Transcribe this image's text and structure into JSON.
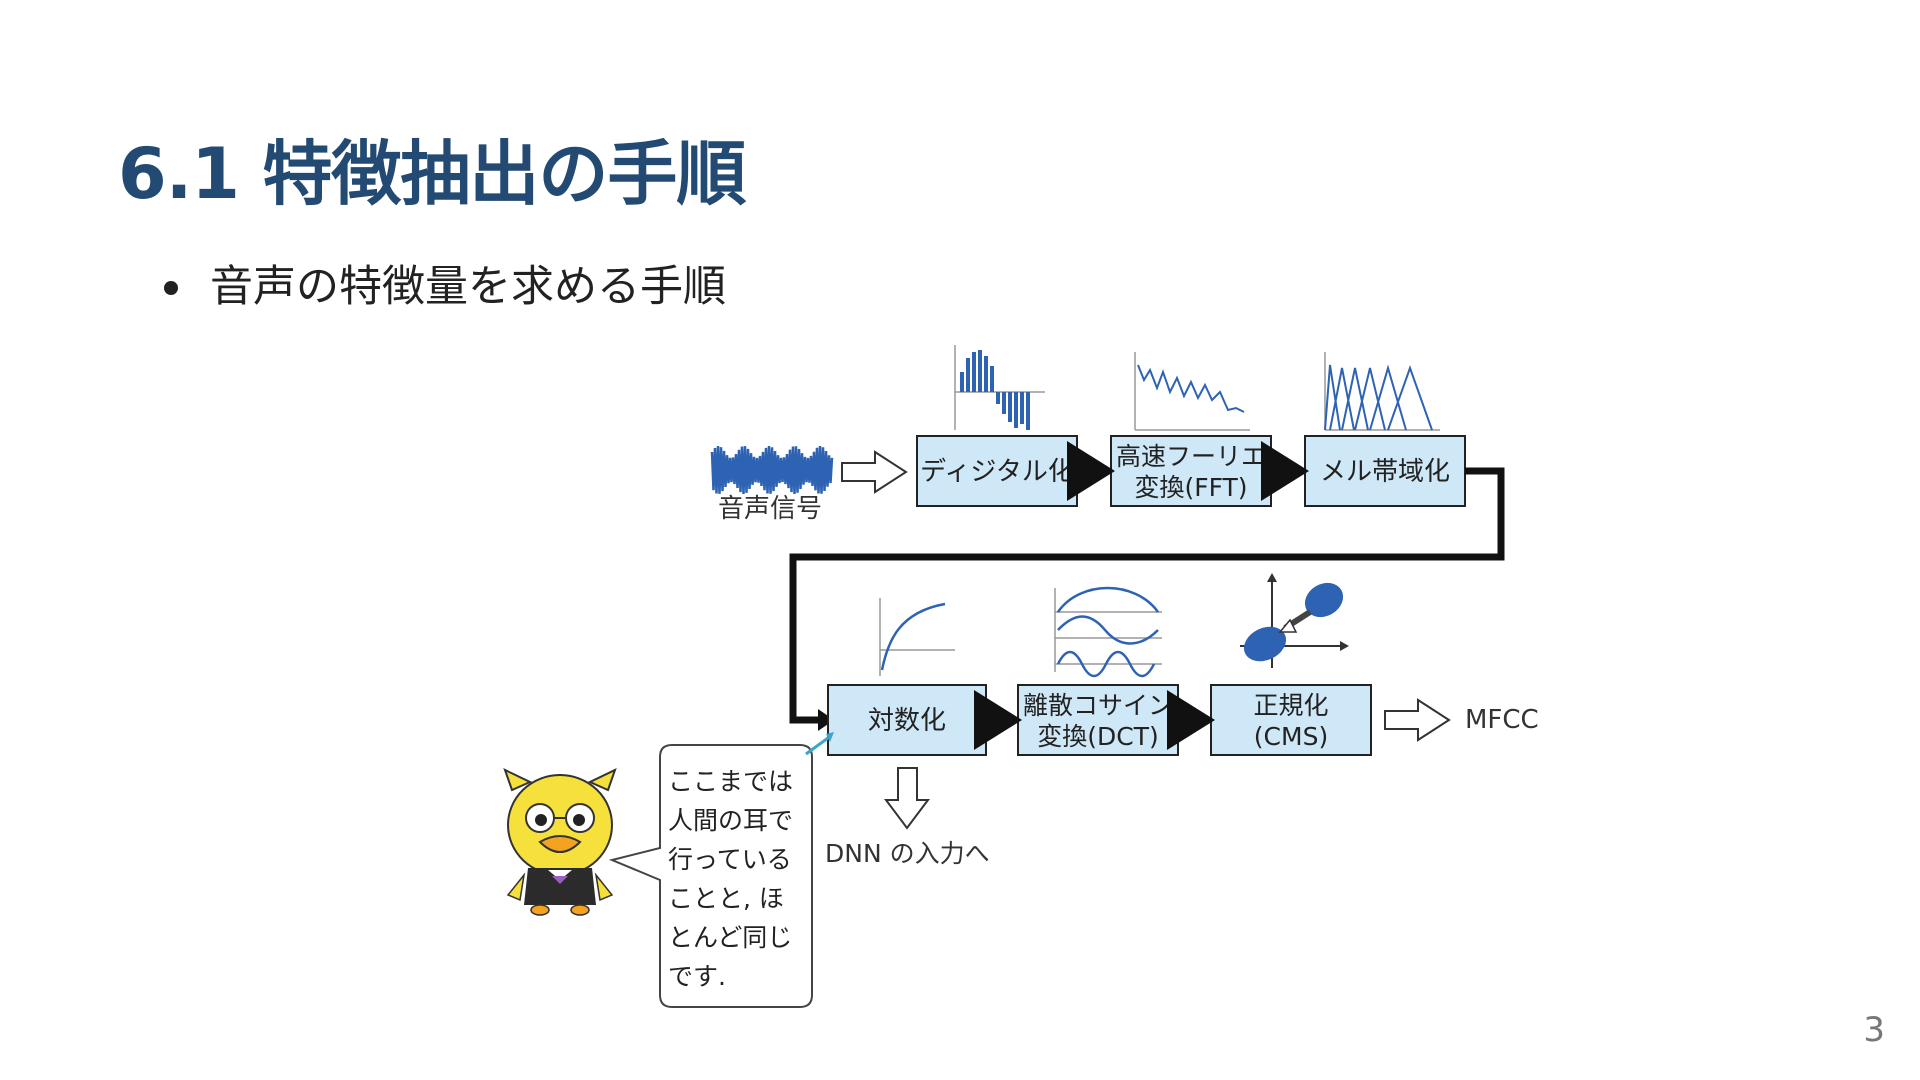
{
  "slide": {
    "title": "6.1 特徴抽出の手順",
    "bullets": [
      "音声の特徴量を求める手順"
    ],
    "page_number": "3"
  },
  "diagram": {
    "input_label": "音声信号",
    "top_row": [
      {
        "label": "ディジタル化"
      },
      {
        "line1": "高速フーリエ",
        "line2": "変換(FFT)"
      },
      {
        "label": "メル帯域化"
      }
    ],
    "bottom_row": [
      {
        "label": "対数化"
      },
      {
        "line1": "離散コサイン",
        "line2": "変換(DCT)"
      },
      {
        "line1": "正規化",
        "line2": "(CMS)"
      }
    ],
    "output_label": "MFCC",
    "dnn_label": "DNN の入力へ",
    "speech_bubble": [
      "ここまでは",
      "人間の耳で",
      "行っている",
      "ことと, ほ",
      "とんど同じ",
      "です."
    ],
    "colors": {
      "box_fill": "#cfe8f7",
      "box_stroke": "#222222",
      "wave_blue": "#2e63b4",
      "title_color": "#234a72",
      "mascot_yellow": "#f5e03c"
    }
  }
}
